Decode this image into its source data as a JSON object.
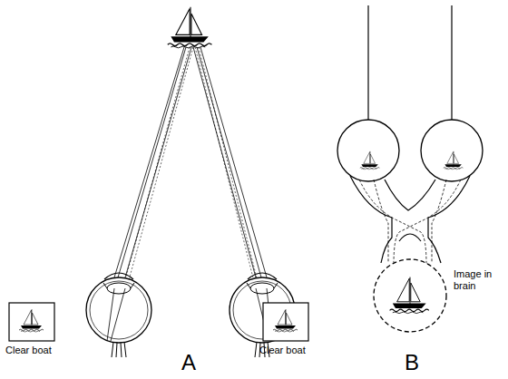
{
  "diagram": {
    "labels": [
      "Clear boat",
      "A",
      "Clear boat",
      "B",
      "Image in brain"
    ]
  }
}
